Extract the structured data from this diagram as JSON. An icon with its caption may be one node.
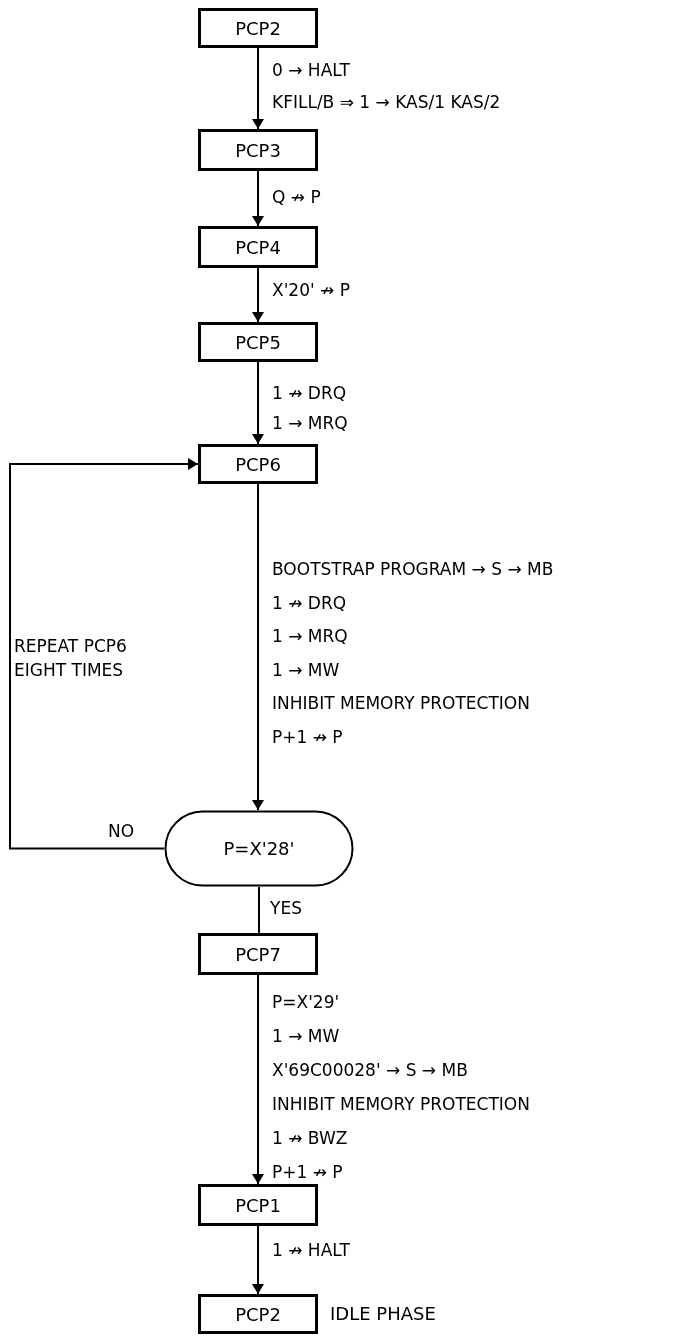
{
  "diagram": {
    "nodes": [
      {
        "text": [
          "PCP2"
        ]
      },
      {
        "text": [
          "PCP3"
        ]
      },
      {
        "text": [
          "PCP4"
        ]
      },
      {
        "text": [
          "PCP5"
        ]
      },
      {
        "text": [
          "PCP6"
        ]
      },
      {
        "text": [
          "P=X'28'"
        ]
      },
      {
        "text": [
          "PCP7"
        ]
      },
      {
        "text": [
          "PCP1"
        ]
      },
      {
        "text": [
          "PCP2"
        ],
        "beside": [
          "IDLE PHASE"
        ]
      }
    ],
    "edges": [
      {
        "from": 0,
        "to": 1,
        "arrow": "to",
        "label": [
          "0 → HALT",
          "KFILL/B ⇒ 1 → KAS/1 KAS/2"
        ]
      },
      {
        "from": 1,
        "to": 2,
        "arrow": "to",
        "label": [
          "Q ↛ P"
        ]
      },
      {
        "from": 2,
        "to": 3,
        "arrow": "to",
        "label": [
          "X'20' ↛ P"
        ]
      },
      {
        "from": 3,
        "to": 4,
        "arrow": "to",
        "label": [
          "1 ↛ DRQ",
          "1 → MRQ"
        ]
      },
      {
        "from": 4,
        "to": 5,
        "arrow": "to",
        "label": [
          "BOOTSTRAP PROGRAM → S → MB",
          "1 ↛ DRQ",
          "1 → MRQ",
          "1 → MW",
          "INHIBIT MEMORY PROTECTION",
          "P+1 ↛ P"
        ]
      },
      {
        "from": 5,
        "to": 4,
        "arrow": "to",
        "label": [
          "NO",
          "REPEAT PCP6 EIGHT TIMES"
        ]
      },
      {
        "from": 5,
        "to": 6,
        "arrow": "none",
        "label": [
          "YES"
        ]
      },
      {
        "from": 6,
        "to": 7,
        "arrow": "to",
        "label": [
          "P=X'29'",
          "1 → MW",
          "X'69C00028' → S → MB",
          "INHIBIT MEMORY PROTECTION",
          "1 ↛ BWZ",
          "P+1 ↛ P"
        ]
      },
      {
        "from": 7,
        "to": 8,
        "arrow": "to",
        "label": [
          "1 ↛ HALT"
        ]
      }
    ]
  }
}
